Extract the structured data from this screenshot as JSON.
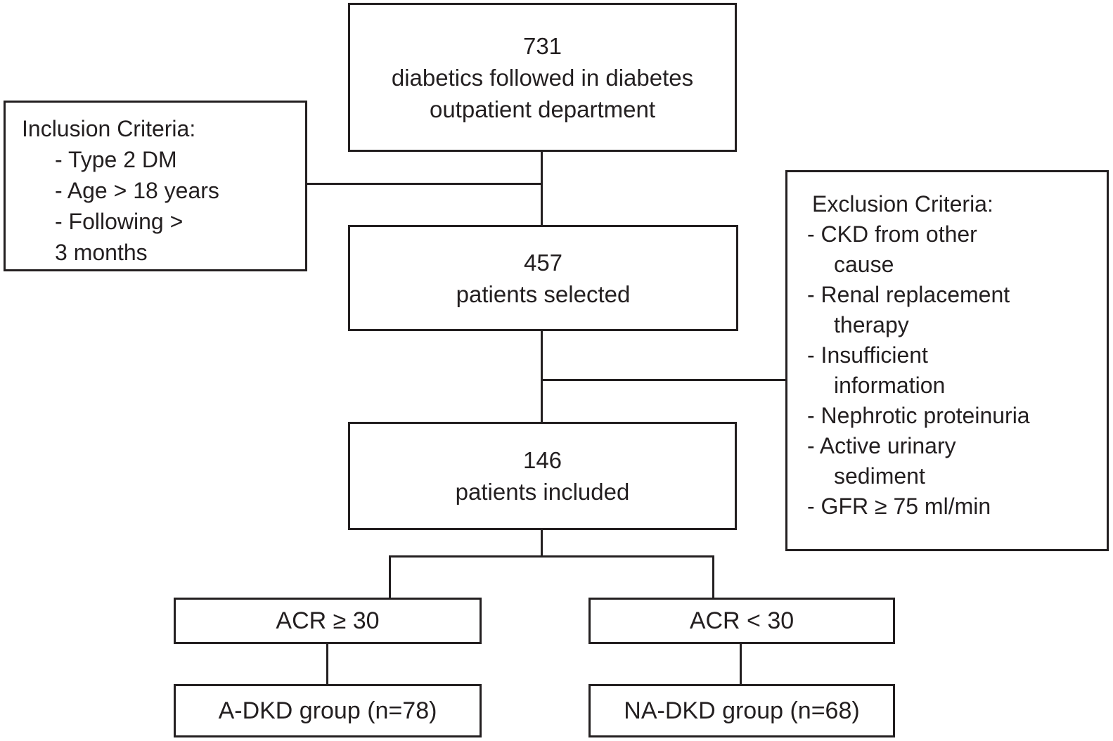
{
  "colors": {
    "ink": "#231f20",
    "background": "#ffffff"
  },
  "flow": {
    "total": {
      "value": "731",
      "line1": "diabetics followed in diabetes",
      "line2": "outpatient department"
    },
    "selected": {
      "value": "457",
      "label": "patients selected"
    },
    "included": {
      "value": "146",
      "label": "patients included"
    },
    "branch_left": {
      "criterion": "ACR ≥ 30",
      "group": "A-DKD group (n=78)"
    },
    "branch_right": {
      "criterion": "ACR < 30",
      "group": "NA-DKD group (n=68)"
    }
  },
  "inclusion_box": {
    "title": "Inclusion Criteria:",
    "lines": [
      "- Type 2 DM",
      "- Age > 18 years",
      "- Following >",
      "3 months"
    ]
  },
  "exclusion_box": {
    "title": "Exclusion Criteria:",
    "lines": [
      "- CKD from other",
      "cause",
      "- Renal replacement",
      "therapy",
      "- Insufficient",
      "information",
      "- Nephrotic proteinuria",
      "- Active urinary",
      "sediment",
      "- GFR ≥ 75 ml/min"
    ]
  }
}
